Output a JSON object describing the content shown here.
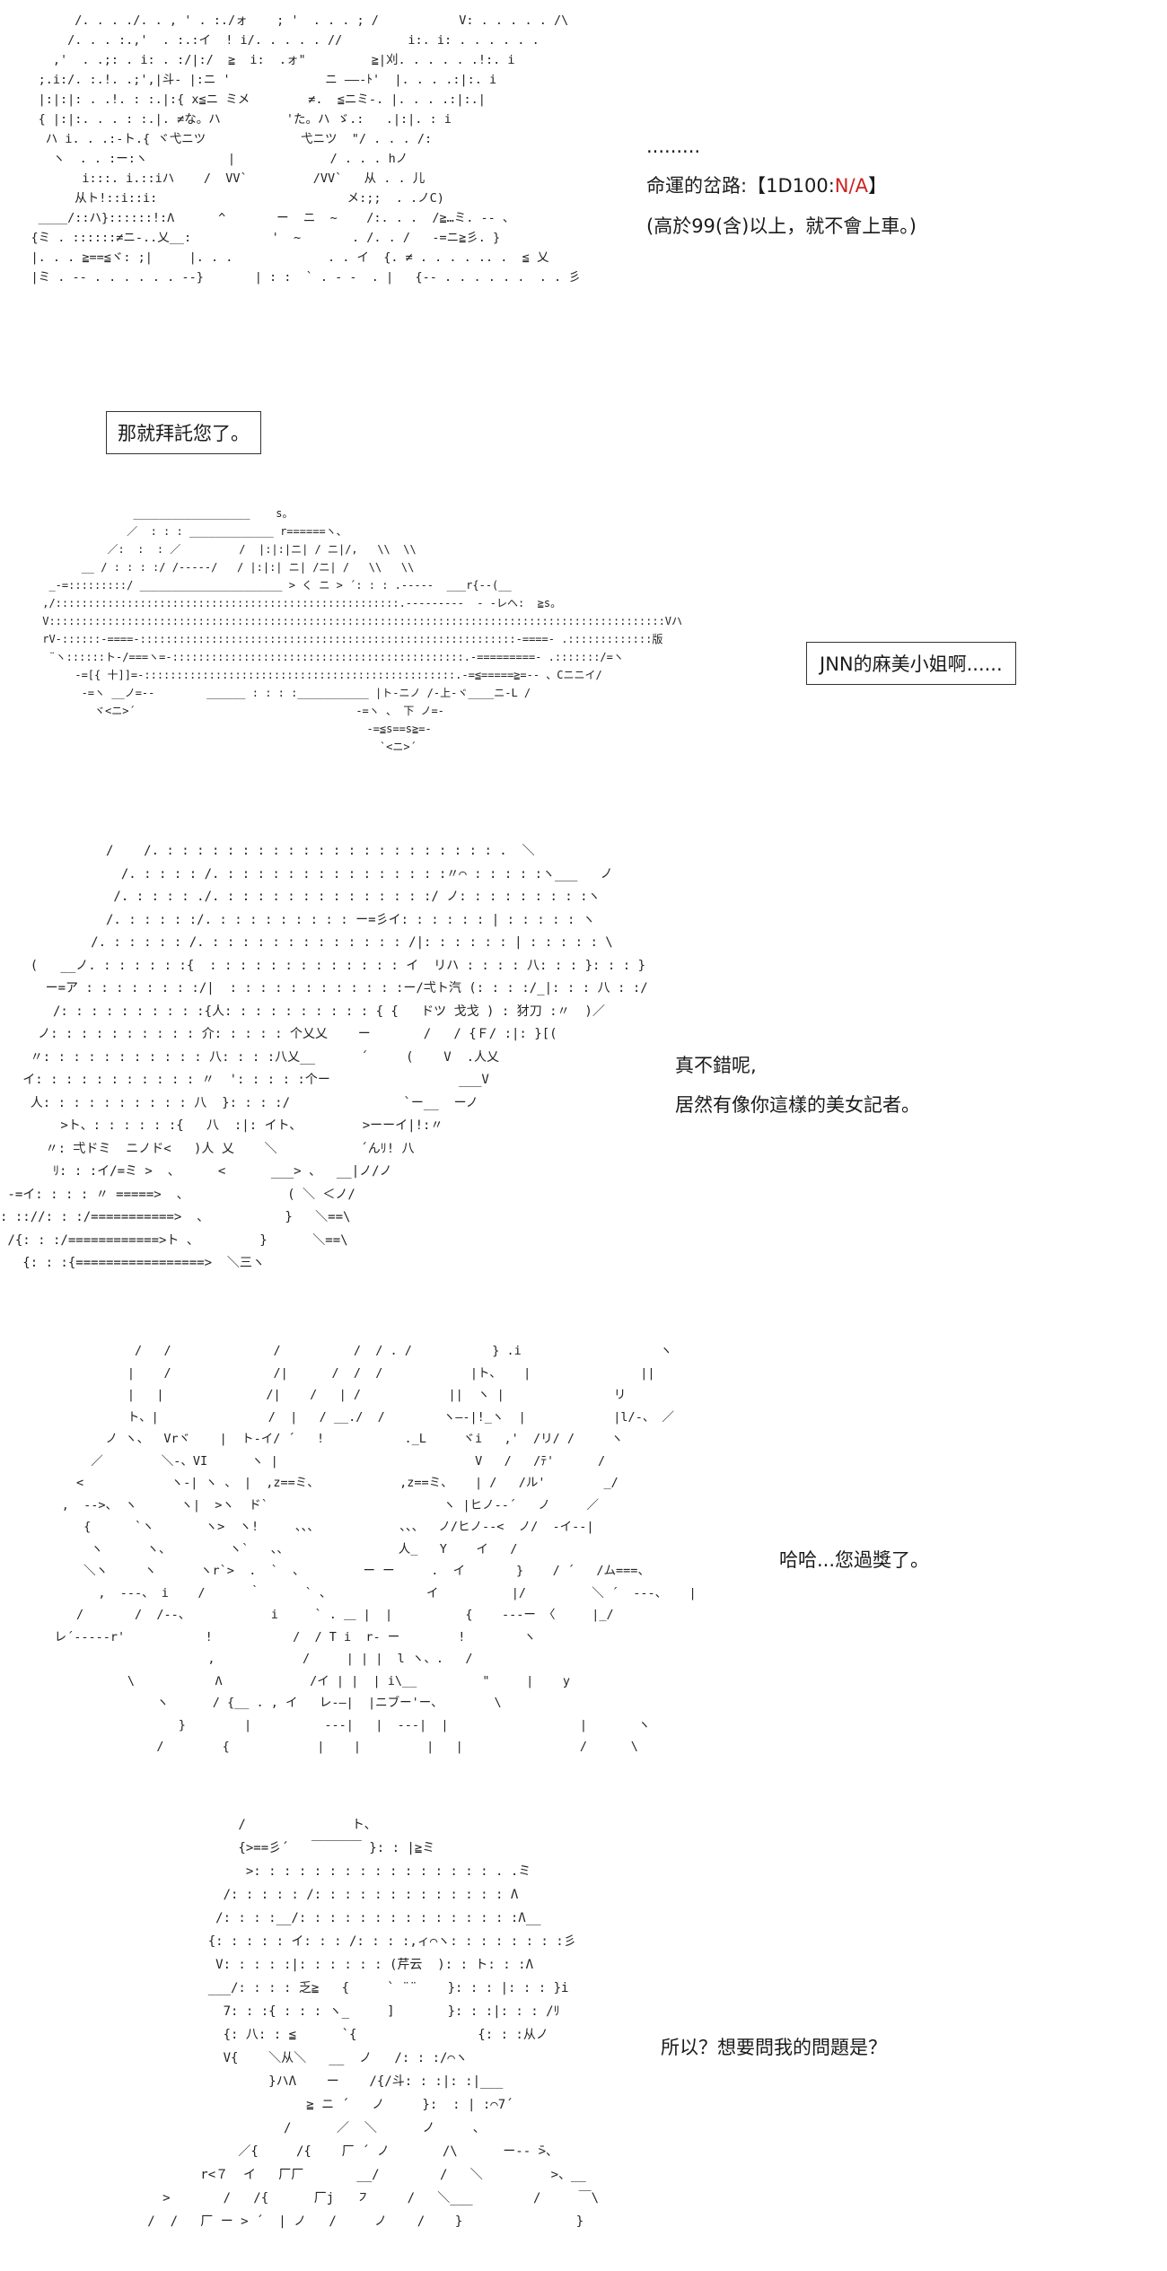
{
  "panel1": {
    "ellipsis": ".........",
    "fate_label": "命運的岔路:",
    "fate_dice": "【1D100:",
    "fate_result": "N/A",
    "fate_close": "】",
    "fate_note": "(高於99(含)以上，就不會上車。)",
    "art": "          /. . . ./. . , ' . :./ォ    ; '  . . . ; /           V: . . . . . /\\\n         /. . . :.,'  . :.:イ  ! i/. . . . . //         i:. i: . . . . . .\n       ,'  . .;: . i: . :/|:/  ≧  i:  .ォ\"         ≧|刈. . . . . .!:. i\n     ;.i:/. :.!. .;',|斗- |:ニ '             ニ ――-ﾄ'  |. . . .:|:. i\n     |:|:|: . .!. : :.|:{ x≦ニ ミメ        ≠.  ≦ニミ-. |. . . .:|:.|\n     { |:|:. . . : :.|. ≠な。ハ         'た。ハ ゞ.:   .|:|. : i\n      ハ i. . .:-ト.{ ヾ弋ニツ             弋ニツ  \"/ . . . /:\n       ヽ  . . :ー:ヽ           |             / . . . hノ\n           i:::. i.::iハ    /  VV`         /VV`   从 . . 儿\n          从ト!::i::i:                          メ:;;  . .ノC)\n     ____/::ハ}::::::!:Λ      ^       ー  ニ  ~    /:. . .  /≧…ミ. -- 、\n    {ミ . ::::::≠ニ-..乂__:           '  ~       . /. . /   -=ニ≧彡. }\n    |. . . ≧==≦ヾ: ;|     |. . .             . . イ  {. ≠ . . . . .. .  ≦ 乂\n    |ミ . -- . . . . . . --}       | : :  ` . - -  . |   {-- . . . . . .  . . 彡"
  },
  "panel2": {
    "box": "那就拜託您了。"
  },
  "panel3": {
    "dialogue": "JNN的麻美小姐啊......",
    "art": "               __________________    s。\n              ／  : : : _____________ r======ヽ、\n           ／:  :  : ／         /  |:|:|ニ| / ニ|/,   \\\\  \\\\\n       __ / : : : :/ /-----/   / |:|:| ニ| /ニ| /   \\\\   \\\\\n  _-=:::::::::/ ______________________ > く ニ > ´: : : .-----  ___r{--(__\n ,/:::::::::::::::::::::::::::::::::::::::::::::::::::::.---------  - -レヘ:  ≧s。\n V:::::::::::::::::::::::::::::::::::::::::::::::::::::::::::::::::::::::::::::::::::::::::::::::Vハ\n rV-::::::-====-::::::::::::::::::::::::::::::::::::::::::::::::::::::::::-====- .:::::::::::::版\n  ¨ヽ::::::ト-/===ヽ=-:::::::::::::::::::::::::::::::::::::::::::::.-=========- .:::::::/=ヽ\n      -=[{ 十]]=-::::::::::::::::::::::::::::::::::::::::::::::::.-=≦=====≧=-- 、Cニニイ/\n       -=ヽ __ノ=--        ______ : : : :___________ |ト-ニノ /-上-ヾ____ニ-L /\n         ヾ<ニ>´                                  -=ヽ 、 下 ノ=-\n                                                   -=≦s==s≧=-\n                                                     `<ニ>´"
  },
  "panel4": {
    "line1": "真不錯呢,",
    "line2": "居然有像你這樣的美女記者。",
    "art": "              /    /. : : : : : : : : : : : : : : : : : : : : : : .  ＼\n                /. : : : : /. : : : : : : : : : : : : : : :〃⌒ : : : : :ヽ___   ノ\n               /. : : : : ./. : : : : : : : : : : : : : :/ ノ: : : : : : : : :ヽ\n              /. : : : : :/. : : : : : : : : : ー=彡イ: : : : : : | : : : : : ヽ\n            /. : : : : : /. : : : : : : : : : : : : : /|: : : : : : | : : : : : \\\n    (   __ノ. : : : : : :{  : : : : : : : : : : : : : イ  リハ : : : : 八: : : }: : : }\n      ー=ア : : : : : : : :/|  : : : : : : : : : : : :ー/弌ト汽 (: : : :/_|: : : 八 : :/\n       /: : : : : : : : : :{人: : : : : : : : : : { {   ドツ 戈戈 ) : 犲刀 :〃  )／\n     ノ: : : : : : : : : : 介: : : : : 个乂乂    ー       /   / {Ｆ/ :|: }[(\n    〃: : : : : : : : : : : 八: : : :八乂__      ´     (    V  .人乂\n   イ: : : : : : : : : : : 〃  ': : : : :个ー                 ___V\n    人: : : : : : : : : : 八  }: : : :/               `ー__  ーノ\n        >ト、: : : : : :{   八  :|: イト、        >ーーイ|!:〃\n      〃: 弌ドミ  ニノド<   )人 乂    ＼           ´んﾘ! 八\n       ﾘ: : :イ/=ミ >  、     <      ___> 、  __|ノ/ノ\n -=イ: : : : 〃 =====>  、             ( ＼ ＜ノ/\n: :://: : :/===========>  、          }   ＼==\\\n /{: : :/============>ト 、        }      ＼==\\\n   {: : :{=================>  ＼三ヽ"
  },
  "panel5": {
    "line": "哈哈...您過獎了。",
    "art": "                /   /              /          /  / . /           } .i                   ヽ\n               |    /              /|      /  /  /            |ト、   |               ||\n               |   |              /|    /   | /            ||  ヽ |               リ\n               ト、|               /  |   / __./  /        ヽ―-|!_ヽ  |            |l/-、 ／\n            ノ ヽ、  Vrヾ    |  ト-イ/ ´   !           ._L     ヾi   ,'  /リ/ /     ヽ\n          ／        ＼-、VI      ヽ |                           V   /   /ﾃ'      /\n        <            ヽ-| ヽ 、 |  ,z==ミ、           ,z==ミ、   | /   /ル'        _/\n      ,  -->、 ヽ      ヽ|  >ヽ  ド`                        ヽ |ヒノ--´   ノ     ／\n         {      `ヽ       ヽ>  ヽ!     、、、           、、、  ノ/ヒノ--<  ノ/  -イ--|\n          ヽ      ヽ、        ヽ`   、、               人_   Y    イ   /\n         ＼ヽ     ヽ      ヽr`>  .  `  、        ー ー     .  イ       }    / ´   /ム===、\n           ,  ---、 i    /      ｀      ` 、             イ          |/         ＼ ´  ---、   |\n        /       /  /--、           i     ` . ＿ |  |          {    ---ー 〈     |_/\n     レ´-----r'           !           /  / T i  r- ー        !        ヽ      \n                          ,            /     | | |  l ヽ、.   /      \n               \\           Λ            /イ | |  | i\\__         \"     |    y\n                   ヽ      / {__ . , イ   レ-―|  |ニブー'ー、       \\\n                      }        |          ---|   |  ---|  |                  |       ヽ\n                   /        {            |    |         |   |                /      \\"
  },
  "panel6": {
    "line": "所以？想要問我的問題是？",
    "art": "                      /              ト、\n                      {>==彡´   ￣￣￣￣ }: : |≧ミ\n                       >: : : : : : : : : : : : : : : : . .ミ\n                    /: : : : : /: : : : : : : : : : : : : Λ\n                   /: : : :__/: : : : : : : : : : : : : : :Λ__\n                  {: : : : : イ: : : /: : : :,ィ⌒ヽ: : : : : : : :彡\n                   V: : : : :|: : : : : : (芹云  ): : ト: : :Λ\n                  ___/: : : : 乏≧   {     ` ¨¨    }: : : |: : : }i\n                    7: : :{ : : : ヽ_     ]       }: : :|: : : /ﾘ\n                    {: 八: : ≦      `{                {: : :从ノ\n                    V{    ＼从＼   __  ノ   /: : :/⌒ヽ\n                          }ハΛ    ー    /{/斗: : :|: :|___\n                               ≧ ニ ´   ノ     }:  : | :⌒7´\n                            /      ／  ＼      ノ     、\n                      ／{     /{    厂 ´ ノ       /\\      ー-- ̄>、\n                 r<７  イ   厂厂       __/        /   ＼         >、__\n            >       /   /{      厂j   ㇇     /   ＼___        /     ￣\\\n          /  /   厂 ー > ´  | ノ   /     ノ    /    }               }"
  }
}
